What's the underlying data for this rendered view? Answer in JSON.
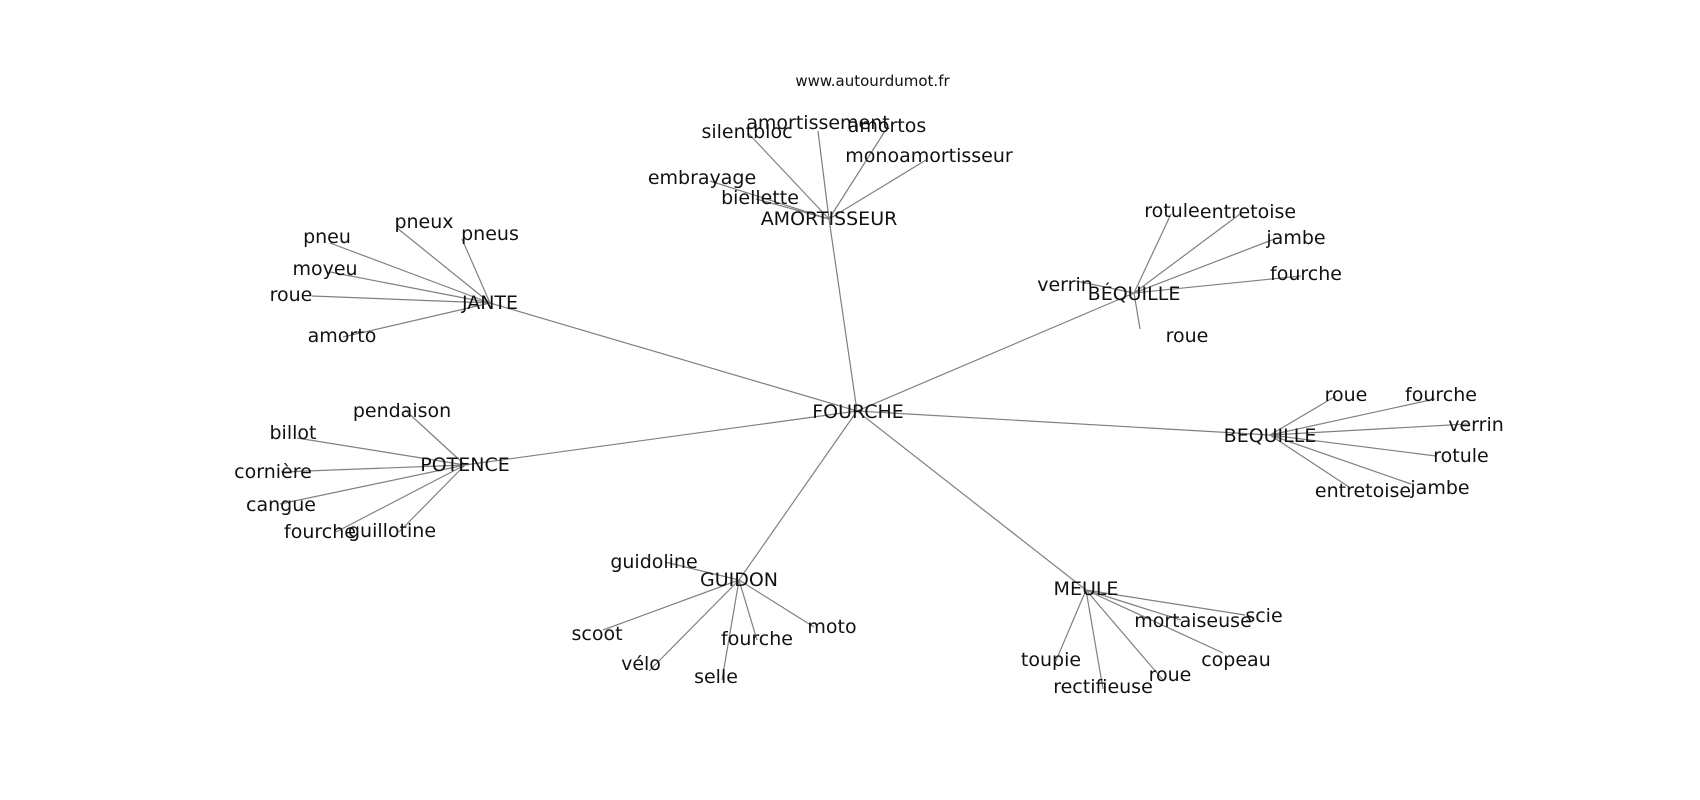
{
  "source": "www.autourdumot.fr",
  "colors": {
    "edge": "#808080",
    "text": "#111111",
    "background": "#ffffff"
  },
  "graph": {
    "root": "FOURCHE",
    "hubs": [
      {
        "id": "jante",
        "label": "JANTE",
        "leaves": [
          "pneux",
          "pneus",
          "pneu",
          "moyeu",
          "roue",
          "amorto"
        ]
      },
      {
        "id": "amortisseur",
        "label": "AMORTISSEUR",
        "leaves": [
          "amortissement",
          "silentbloc",
          "amortos",
          "monoamortisseur",
          "embrayage",
          "biellette"
        ]
      },
      {
        "id": "bequille-accent",
        "label": "BÉQUILLE",
        "leaves": [
          "rotule",
          "entretoise",
          "jambe",
          "verrin",
          "fourche",
          "roue"
        ]
      },
      {
        "id": "bequille",
        "label": "BEQUILLE",
        "leaves": [
          "roue",
          "fourche",
          "verrin",
          "rotule",
          "jambe",
          "entretoise"
        ]
      },
      {
        "id": "potence",
        "label": "POTENCE",
        "leaves": [
          "pendaison",
          "billot",
          "cornière",
          "cangue",
          "fourche",
          "guillotine"
        ]
      },
      {
        "id": "guidon",
        "label": "GUIDON",
        "leaves": [
          "guidoline",
          "scoot",
          "vélo",
          "fourche",
          "moto",
          "selle"
        ]
      },
      {
        "id": "meule",
        "label": "MEULE",
        "leaves": [
          "scie",
          "mortaiseuse",
          "copeau",
          "toupie",
          "roue",
          "rectifieuse"
        ]
      }
    ]
  }
}
